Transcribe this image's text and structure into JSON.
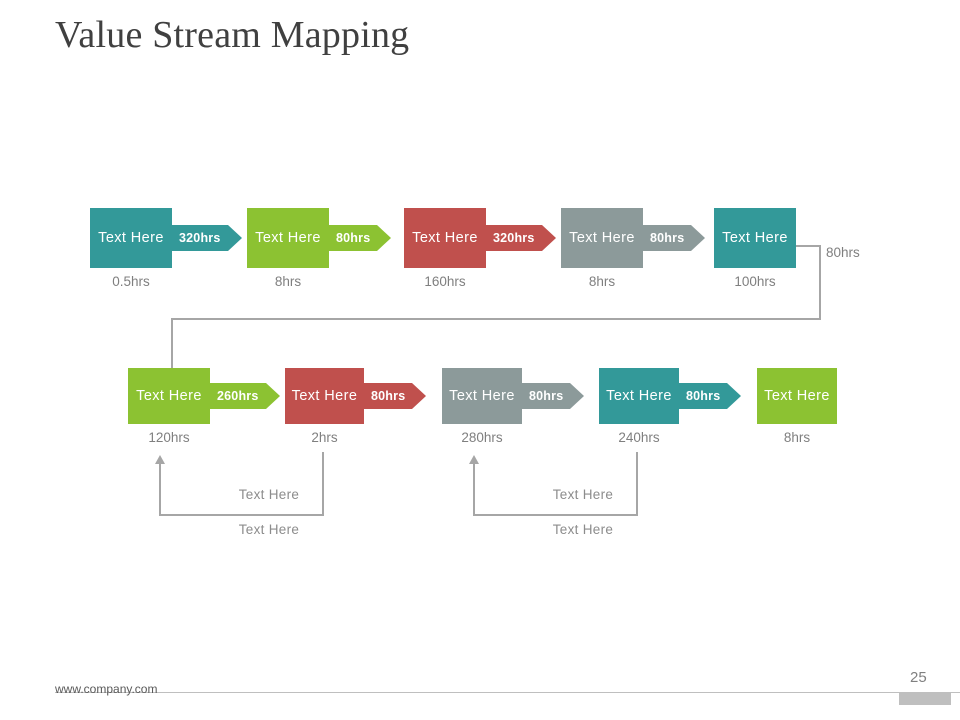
{
  "slide": {
    "title": "Value Stream Mapping",
    "background": "#ffffff"
  },
  "palette": {
    "teal": "#339999",
    "green": "#8CC232",
    "red": "#C0504D",
    "gray": "#8C9A9A",
    "line": "#a6a6a6",
    "label_text": "#7f7f7f",
    "title_text": "#404040"
  },
  "row1": {
    "steps": [
      {
        "label": "Text Here",
        "arrow_label": "320hrs",
        "under_label": "0.5hrs",
        "color": "#339999",
        "has_arrow": true
      },
      {
        "label": "Text Here",
        "arrow_label": "80hrs",
        "under_label": "8hrs",
        "color": "#8CC232",
        "has_arrow": true
      },
      {
        "label": "Text Here",
        "arrow_label": "320hrs",
        "under_label": "160hrs",
        "color": "#C0504D",
        "has_arrow": true
      },
      {
        "label": "Text Here",
        "arrow_label": "80hrs",
        "under_label": "8hrs",
        "color": "#8C9A9A",
        "has_arrow": true
      },
      {
        "label": "Text Here",
        "arrow_label": "",
        "under_label": "100hrs",
        "color": "#339999",
        "has_arrow": false
      }
    ]
  },
  "row2": {
    "steps": [
      {
        "label": "Text Here",
        "arrow_label": "260hrs",
        "under_label": "120hrs",
        "color": "#8CC232",
        "has_arrow": true
      },
      {
        "label": "Text Here",
        "arrow_label": "80hrs",
        "under_label": "2hrs",
        "color": "#C0504D",
        "has_arrow": true
      },
      {
        "label": "Text Here",
        "arrow_label": "80hrs",
        "under_label": "280hrs",
        "color": "#8C9A9A",
        "has_arrow": true
      },
      {
        "label": "Text Here",
        "arrow_label": "80hrs",
        "under_label": "240hrs",
        "color": "#339999",
        "has_arrow": true
      },
      {
        "label": "Text Here",
        "arrow_label": "",
        "under_label": "8hrs",
        "color": "#8CC232",
        "has_arrow": false
      }
    ]
  },
  "wrap_connector": {
    "label": "80hrs"
  },
  "feedback_loops": [
    {
      "inner_label": "Text Here",
      "outer_label": "Text Here"
    },
    {
      "inner_label": "Text Here",
      "outer_label": "Text Here"
    }
  ],
  "footer": {
    "url": "www.company.com",
    "page_number": "25"
  }
}
